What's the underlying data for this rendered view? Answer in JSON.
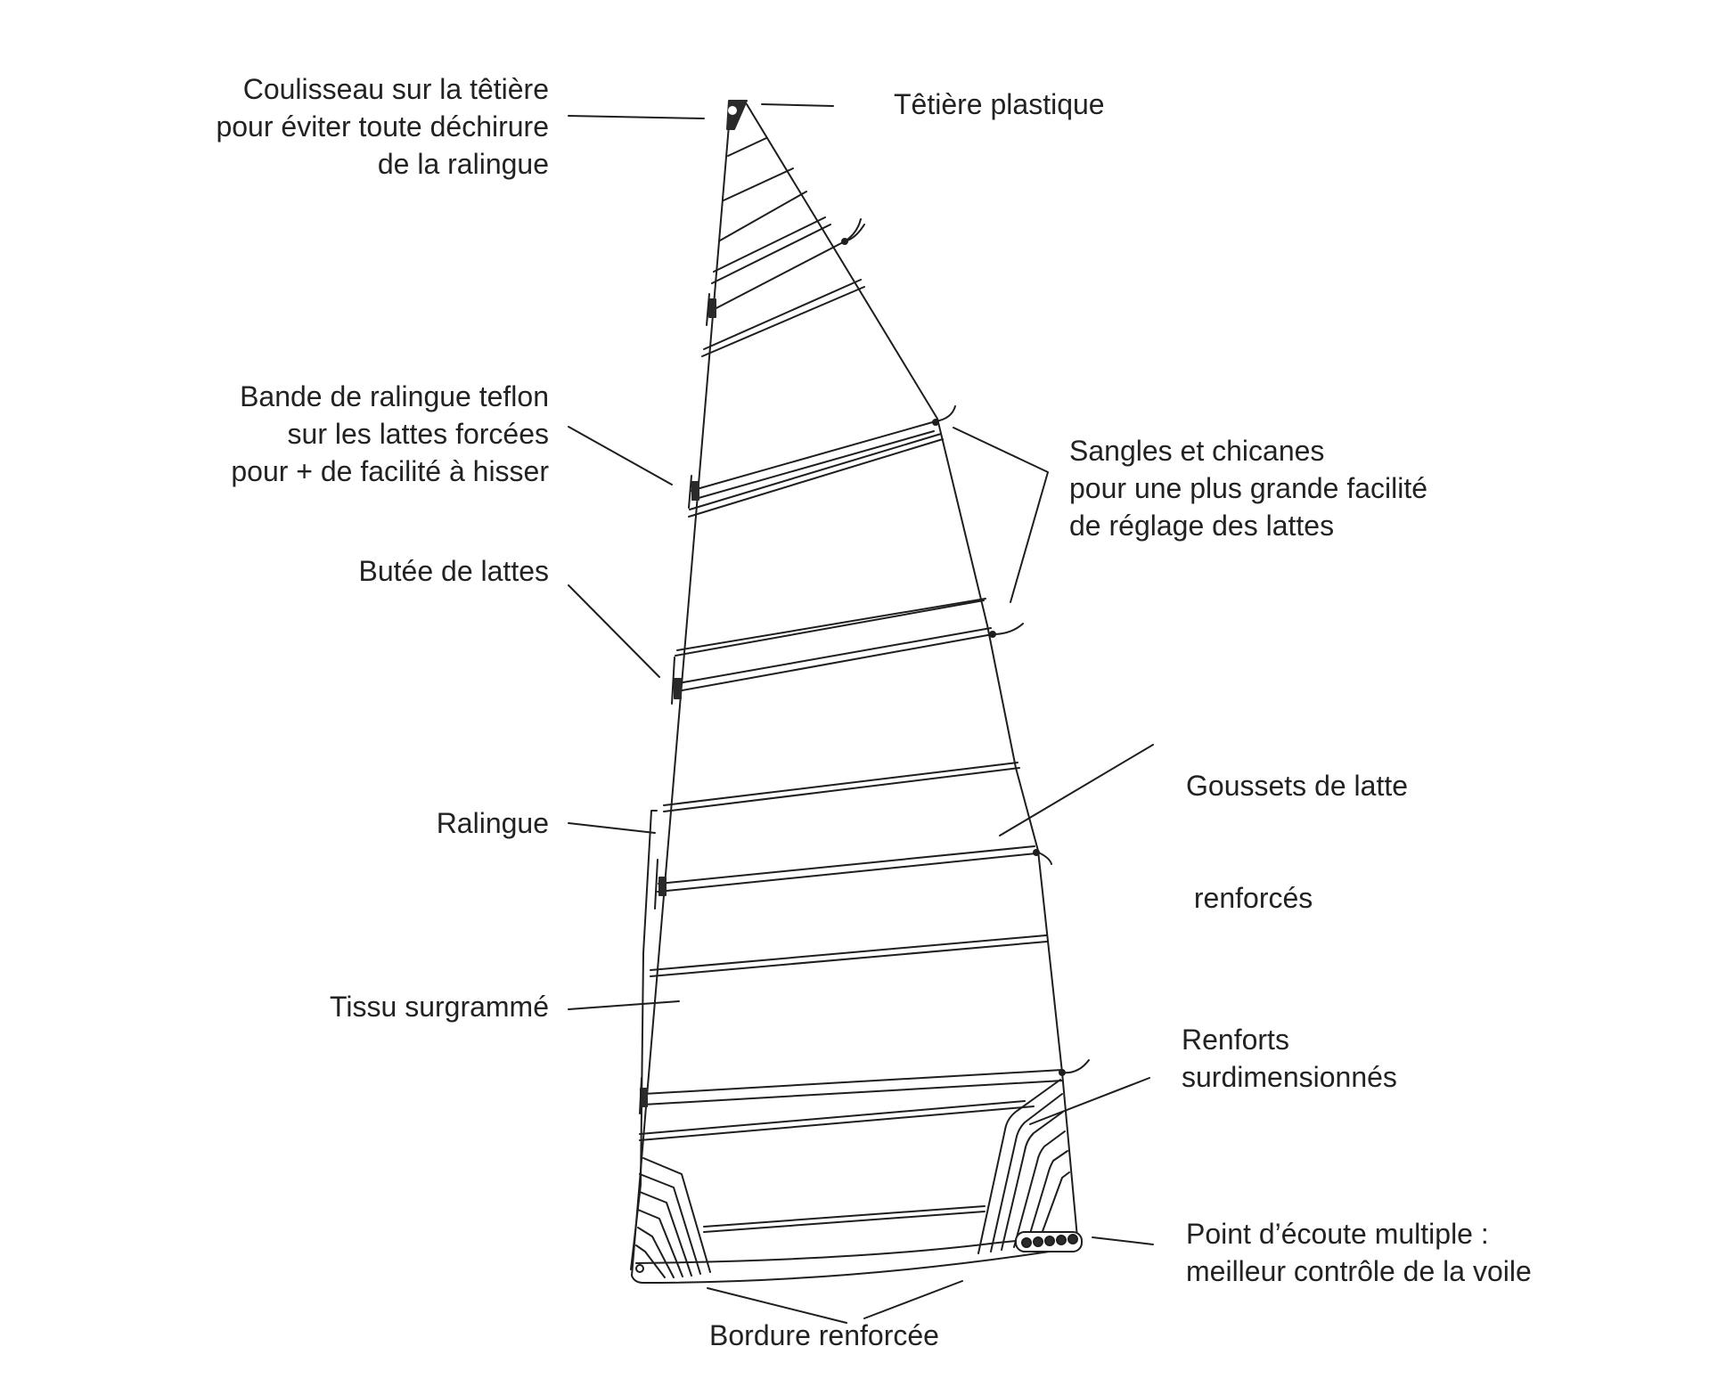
{
  "diagram": {
    "title": "",
    "labels": {
      "coulisseau": [
        "Coulisseau sur la têtière",
        "pour éviter toute déchirure",
        "de la ralingue"
      ],
      "tetiere": [
        "Têtière plastique"
      ],
      "bande": [
        "Bande de ralingue teflon",
        "sur les lattes forcées",
        "pour + de facilité à hisser"
      ],
      "sangles": [
        "Sangles et chicanes",
        "pour une plus grande facilité",
        "de réglage des lattes"
      ],
      "butee": [
        "Butée de lattes"
      ],
      "goussets": [
        "Goussets de latte",
        " renforcés"
      ],
      "ralingue": [
        "Ralingue"
      ],
      "tissu": [
        "Tissu surgrammé"
      ],
      "renforts": [
        "Renforts",
        "surdimensionnés"
      ],
      "point_ecoute": [
        "Point d’écoute multiple :",
        "meilleur contrôle de la voile"
      ],
      "bordure": [
        "Bordure renforcée"
      ]
    },
    "colors": {
      "line": "#1e1e1e",
      "fitting": "#2a2a2a",
      "background": "#ffffff"
    }
  }
}
